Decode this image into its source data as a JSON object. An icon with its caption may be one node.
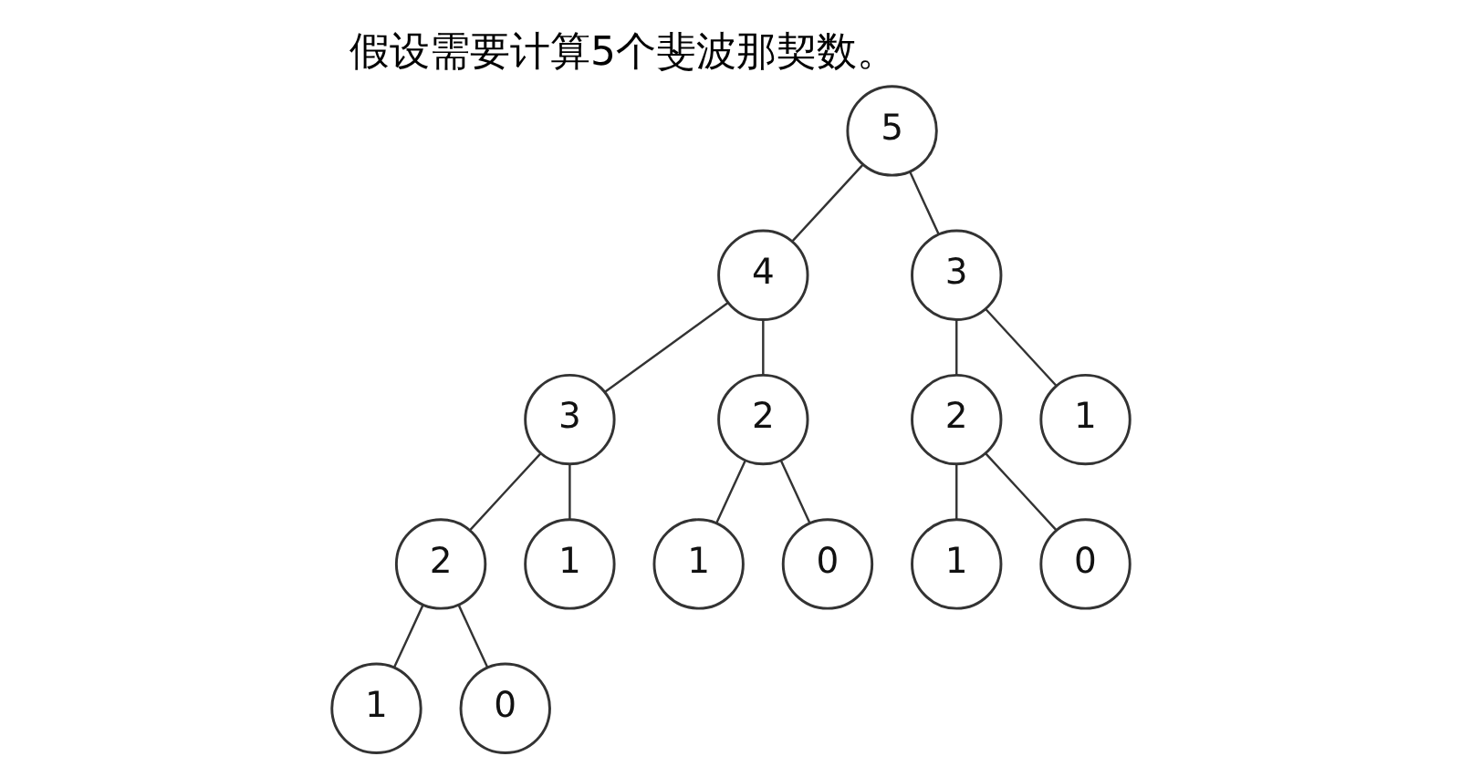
{
  "diagram": {
    "title": "假设需要计算5个斐波那契数。",
    "nodes": [
      {
        "text": [
          "5"
        ]
      },
      {
        "text": [
          "4"
        ]
      },
      {
        "text": [
          "3"
        ]
      },
      {
        "text": [
          "3"
        ]
      },
      {
        "text": [
          "2"
        ]
      },
      {
        "text": [
          "2"
        ]
      },
      {
        "text": [
          "1"
        ]
      },
      {
        "text": [
          "2"
        ]
      },
      {
        "text": [
          "1"
        ]
      },
      {
        "text": [
          "1"
        ]
      },
      {
        "text": [
          "0"
        ]
      },
      {
        "text": [
          "1"
        ]
      },
      {
        "text": [
          "0"
        ]
      },
      {
        "text": [
          "1"
        ]
      },
      {
        "text": [
          "0"
        ]
      }
    ],
    "edges": [
      {
        "from": 0,
        "to": 1,
        "arrow": "none"
      },
      {
        "from": 0,
        "to": 2,
        "arrow": "none"
      },
      {
        "from": 1,
        "to": 3,
        "arrow": "none"
      },
      {
        "from": 1,
        "to": 4,
        "arrow": "none"
      },
      {
        "from": 2,
        "to": 5,
        "arrow": "none"
      },
      {
        "from": 2,
        "to": 6,
        "arrow": "none"
      },
      {
        "from": 3,
        "to": 7,
        "arrow": "none"
      },
      {
        "from": 3,
        "to": 8,
        "arrow": "none"
      },
      {
        "from": 4,
        "to": 9,
        "arrow": "none"
      },
      {
        "from": 4,
        "to": 10,
        "arrow": "none"
      },
      {
        "from": 5,
        "to": 11,
        "arrow": "none"
      },
      {
        "from": 5,
        "to": 12,
        "arrow": "none"
      },
      {
        "from": 7,
        "to": 13,
        "arrow": "none"
      },
      {
        "from": 7,
        "to": 14,
        "arrow": "none"
      }
    ]
  }
}
